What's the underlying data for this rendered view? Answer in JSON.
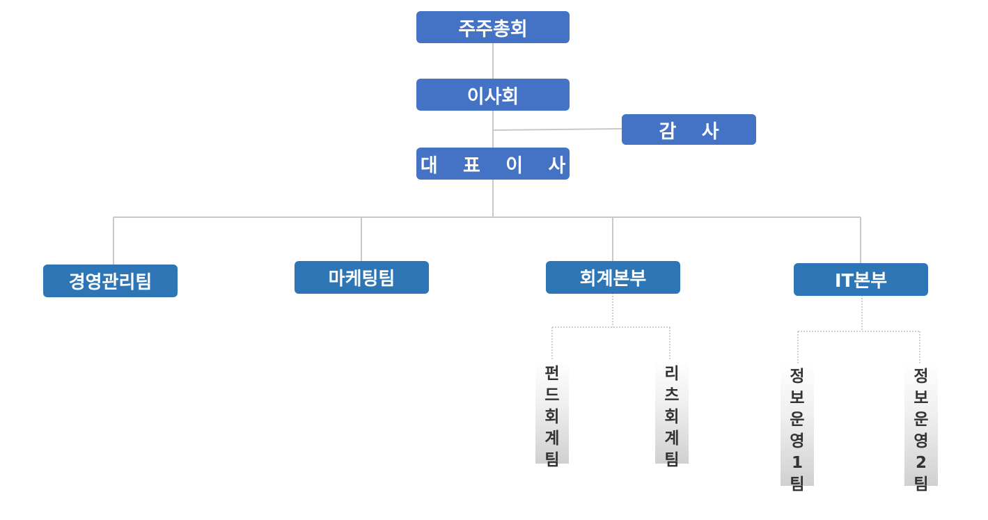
{
  "org": {
    "shareholders": "주주총회",
    "board": "이사회",
    "auditor": "감 사",
    "ceo": "대 표 이 사",
    "departments": [
      "경영관리팀",
      "마케팅팀",
      "회계본부",
      "IT본부"
    ],
    "accounting_teams": [
      "펀드회계팀",
      "리츠회계팀"
    ],
    "it_teams": [
      "정보운영1팀",
      "정보운영2팀"
    ]
  },
  "colors": {
    "top_box": "#4472c4",
    "dept_box": "#2e75b6",
    "connector": "#c8c8c8",
    "dotted_connector": "#bfbfbf"
  }
}
